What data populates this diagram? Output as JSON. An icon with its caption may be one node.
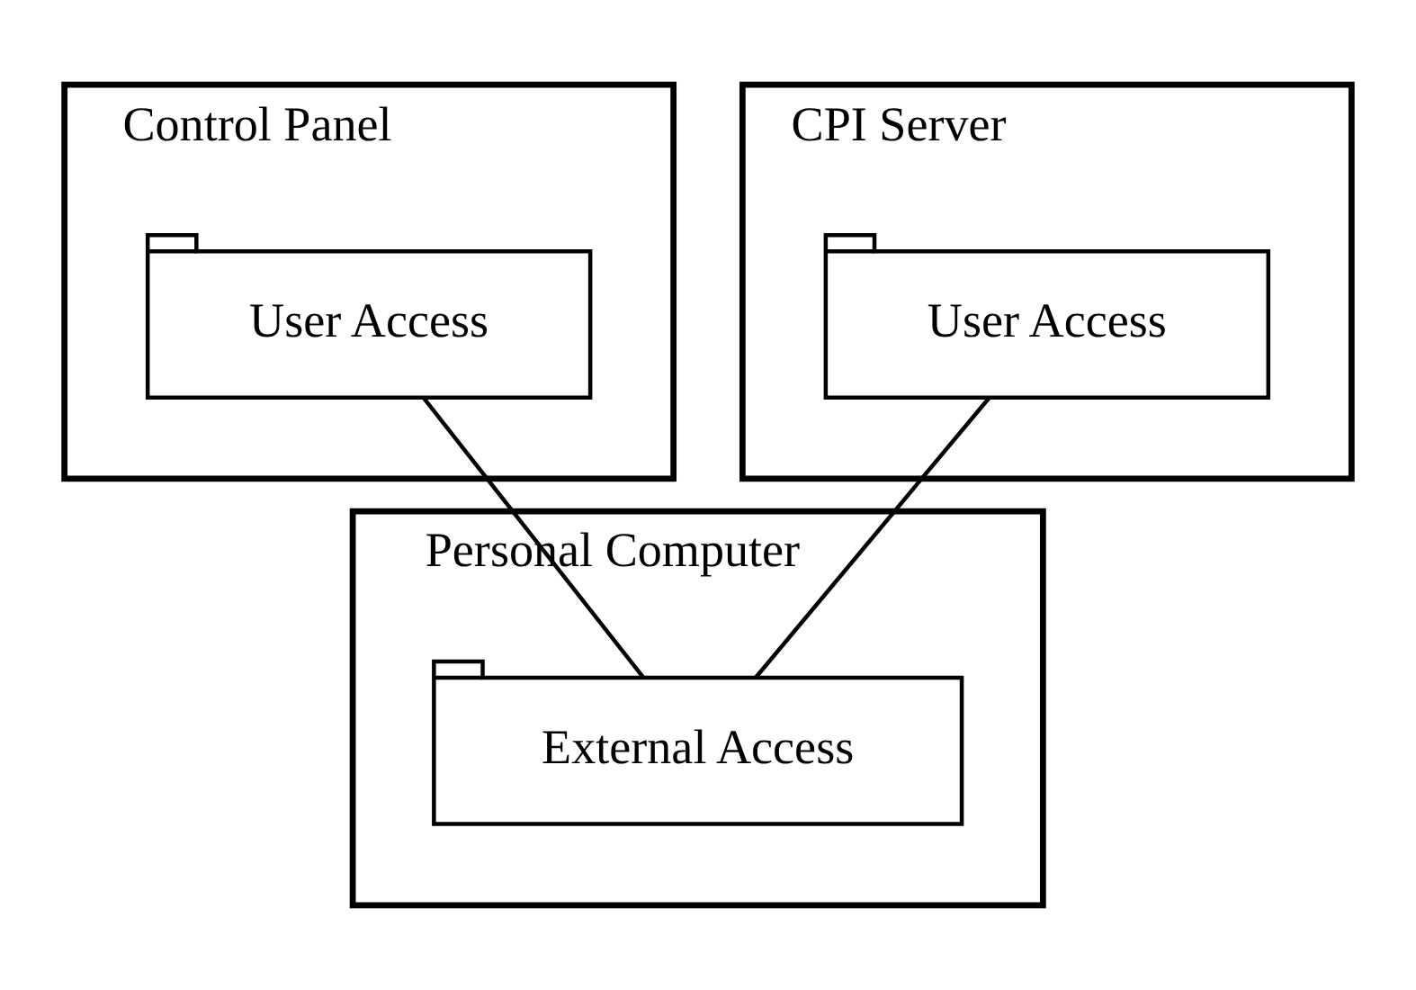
{
  "diagram": {
    "nodes": [
      {
        "text": [
          "Control Panel"
        ]
      },
      {
        "text": [
          "User Access"
        ],
        "in": 0
      },
      {
        "text": [
          "CPI Server"
        ]
      },
      {
        "text": [
          "User Access"
        ],
        "in": 2
      },
      {
        "text": [
          "Personal Computer"
        ]
      },
      {
        "text": [
          "External Access"
        ],
        "in": 4
      }
    ],
    "edges": [
      {
        "from": 1,
        "to": 5,
        "arrow": "none"
      },
      {
        "from": 3,
        "to": 5,
        "arrow": "none"
      }
    ]
  }
}
